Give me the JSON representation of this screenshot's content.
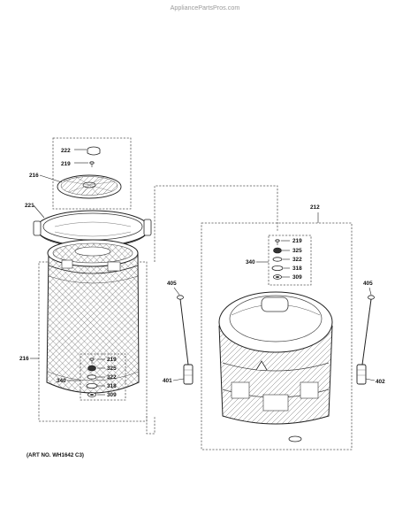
{
  "watermark": "AppliancePartsPros.com",
  "art_number": "(ART NO. WH1642 C3)",
  "callouts": {
    "c222": "222",
    "c219_top": "219",
    "c216_top": "216",
    "c221": "221",
    "c216_mid": "216",
    "c219_l": "219",
    "c325_l": "325",
    "c322_l": "322",
    "c318_l": "318",
    "c309_l": "309",
    "c340_l": "340",
    "c212": "212",
    "c219_r": "219",
    "c325_r": "325",
    "c322_r": "322",
    "c318_r": "318",
    "c309_r": "309",
    "c340_r": "340",
    "c405_l": "405",
    "c401": "401",
    "c405_r": "405",
    "c402": "402"
  }
}
